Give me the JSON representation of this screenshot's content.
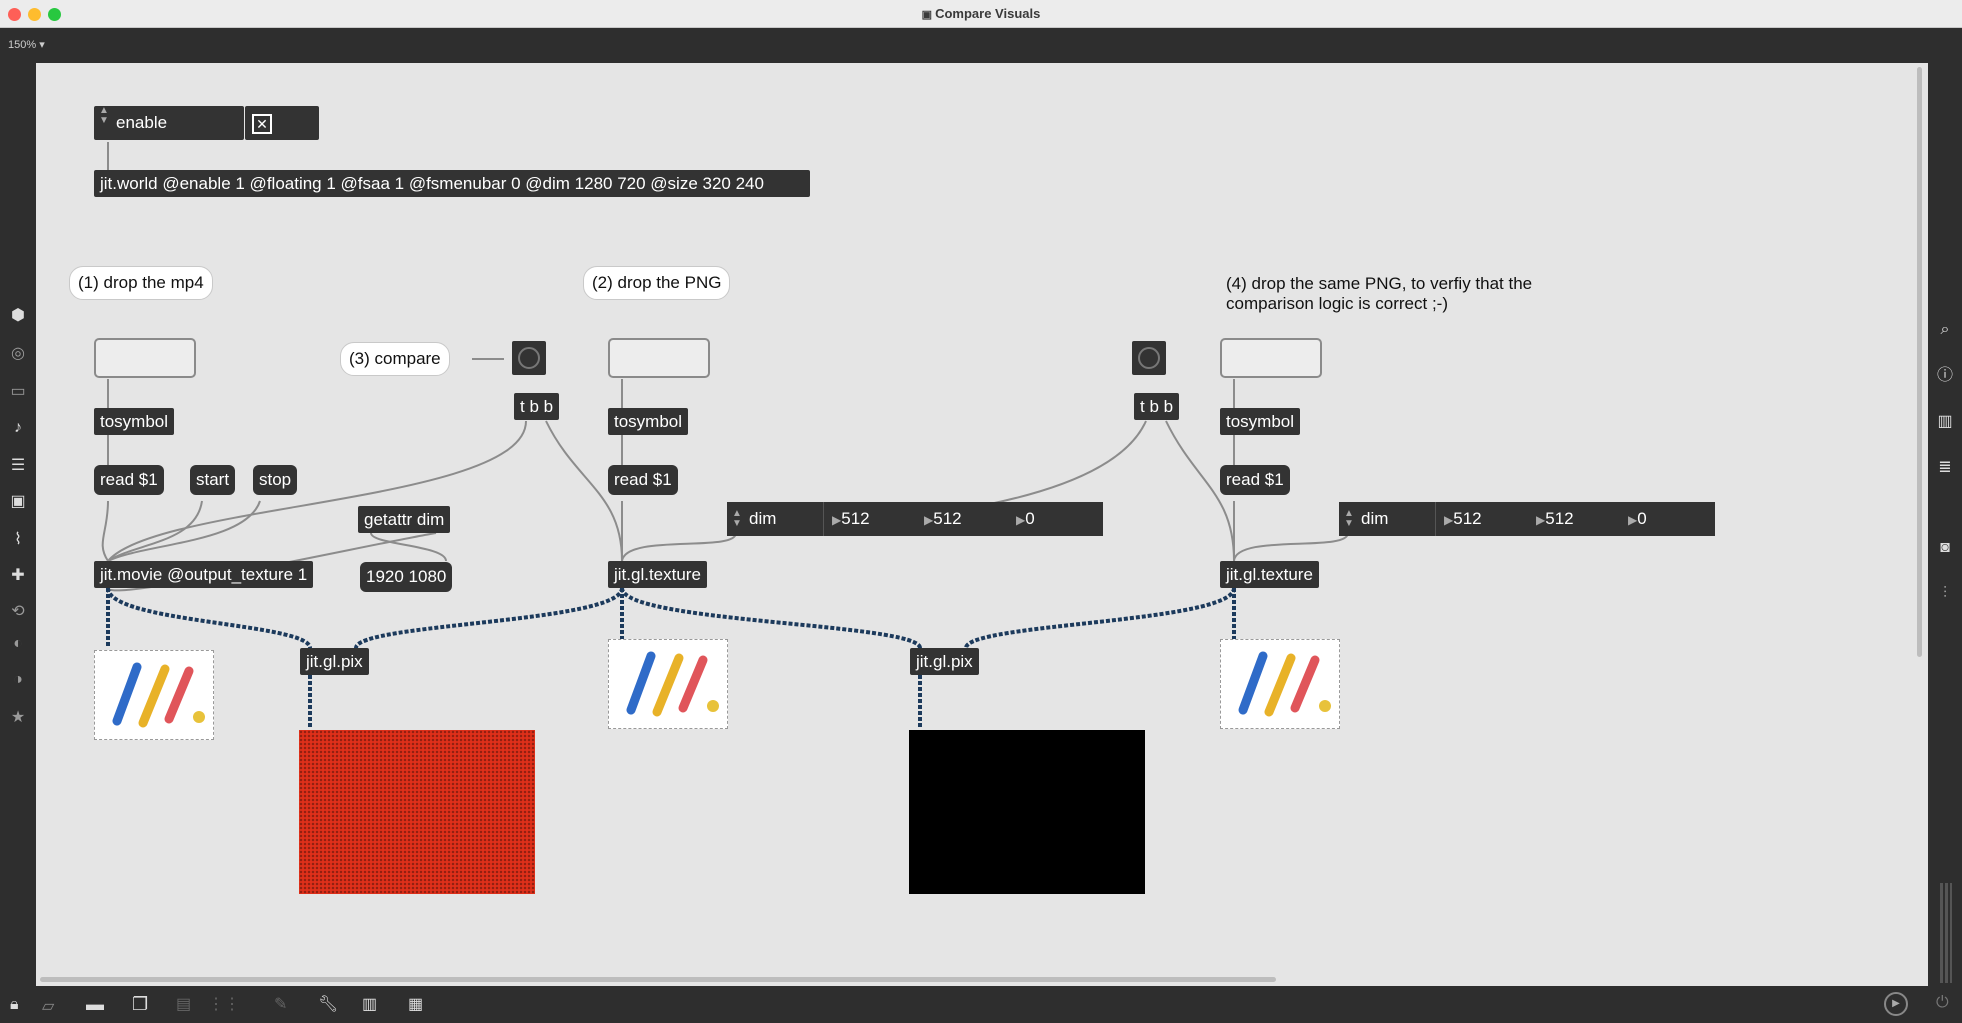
{
  "window": {
    "title": "Compare Visuals"
  },
  "toolbar": {
    "zoom": "150%"
  },
  "patch": {
    "enable_label": "enable",
    "jit_world": "jit.world @enable 1 @floating 1 @fsaa 1 @fsmenubar 0 @dim 1280 720 @size 320 240",
    "comment_1": "(1) drop the mp4",
    "comment_2": "(2) drop the PNG",
    "comment_3": "(3) compare",
    "comment_4_line1": "(4) drop the same PNG, to verfiy that the",
    "comment_4_line2": "comparison logic is correct ;-)",
    "tosymbol": "tosymbol",
    "read": "read $1",
    "start": "start",
    "stop": "stop",
    "getattr": "getattr dim",
    "dims_msg": "1920 1080",
    "jit_movie": "jit.movie @output_texture 1",
    "jit_gl_texture": "jit.gl.texture",
    "jit_gl_pix": "jit.gl.pix",
    "tbb": "t b b",
    "dim_label": "dim",
    "dim_values": [
      "512",
      "512",
      "0"
    ],
    "toggle_glyph": "✕"
  },
  "colors": {
    "canvas": "#e5e5e5",
    "object": "#333333",
    "diff_red": "#e0301a",
    "diff_black": "#000000",
    "texture_wire": "#1c3a5c"
  }
}
